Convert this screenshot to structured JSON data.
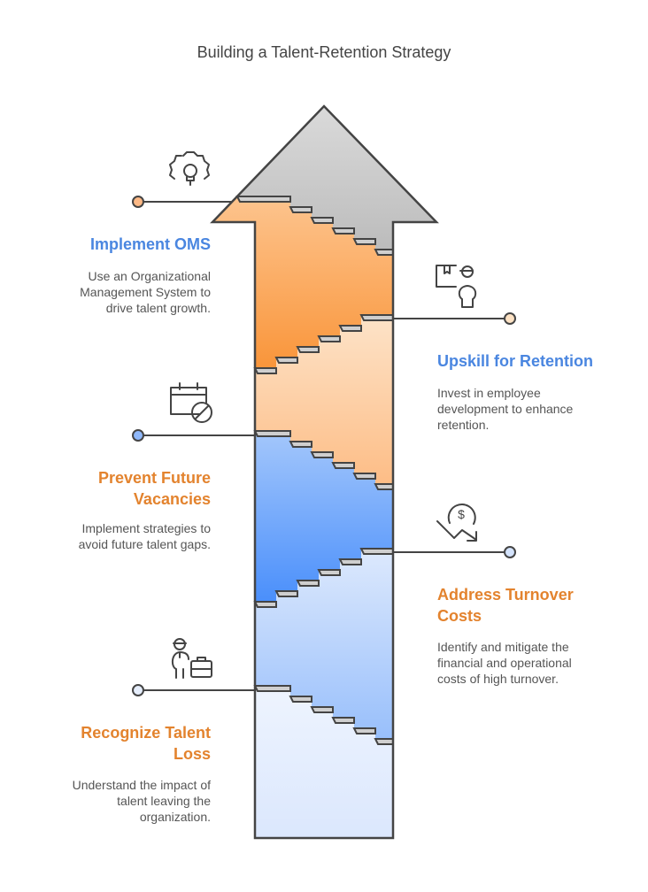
{
  "title": "Building a Talent-Retention Strategy",
  "colors": {
    "heading_blue": "#4a86e0",
    "heading_orange": "#e3832e",
    "outline": "#444444"
  },
  "steps": [
    {
      "heading": "Implement OMS",
      "body": "Use an Organizational Management System to drive talent growth.",
      "icon": "gear-lightbulb-icon",
      "dot_color": "#fdb986",
      "heading_color": "blue"
    },
    {
      "heading": "Upskill for Retention",
      "body": "Invest in employee development to enhance retention.",
      "icon": "worker-with-box-icon",
      "dot_color": "#fde2c4",
      "heading_color": "blue"
    },
    {
      "heading": "Prevent Future Vacancies",
      "body": "Implement strategies to avoid future talent gaps.",
      "icon": "calendar-blocked-icon",
      "dot_color": "#8fb8fa",
      "heading_color": "orange"
    },
    {
      "heading": "Address Turnover Costs",
      "body": "Identify and mitigate the financial and operational costs of high turnover.",
      "icon": "dollar-decline-icon",
      "dot_color": "#d4e3fc",
      "heading_color": "orange"
    },
    {
      "heading": "Recognize Talent Loss",
      "body": "Understand the impact of talent leaving the organization.",
      "icon": "employee-briefcase-icon",
      "dot_color": "#e6eefc",
      "heading_color": "orange"
    }
  ]
}
